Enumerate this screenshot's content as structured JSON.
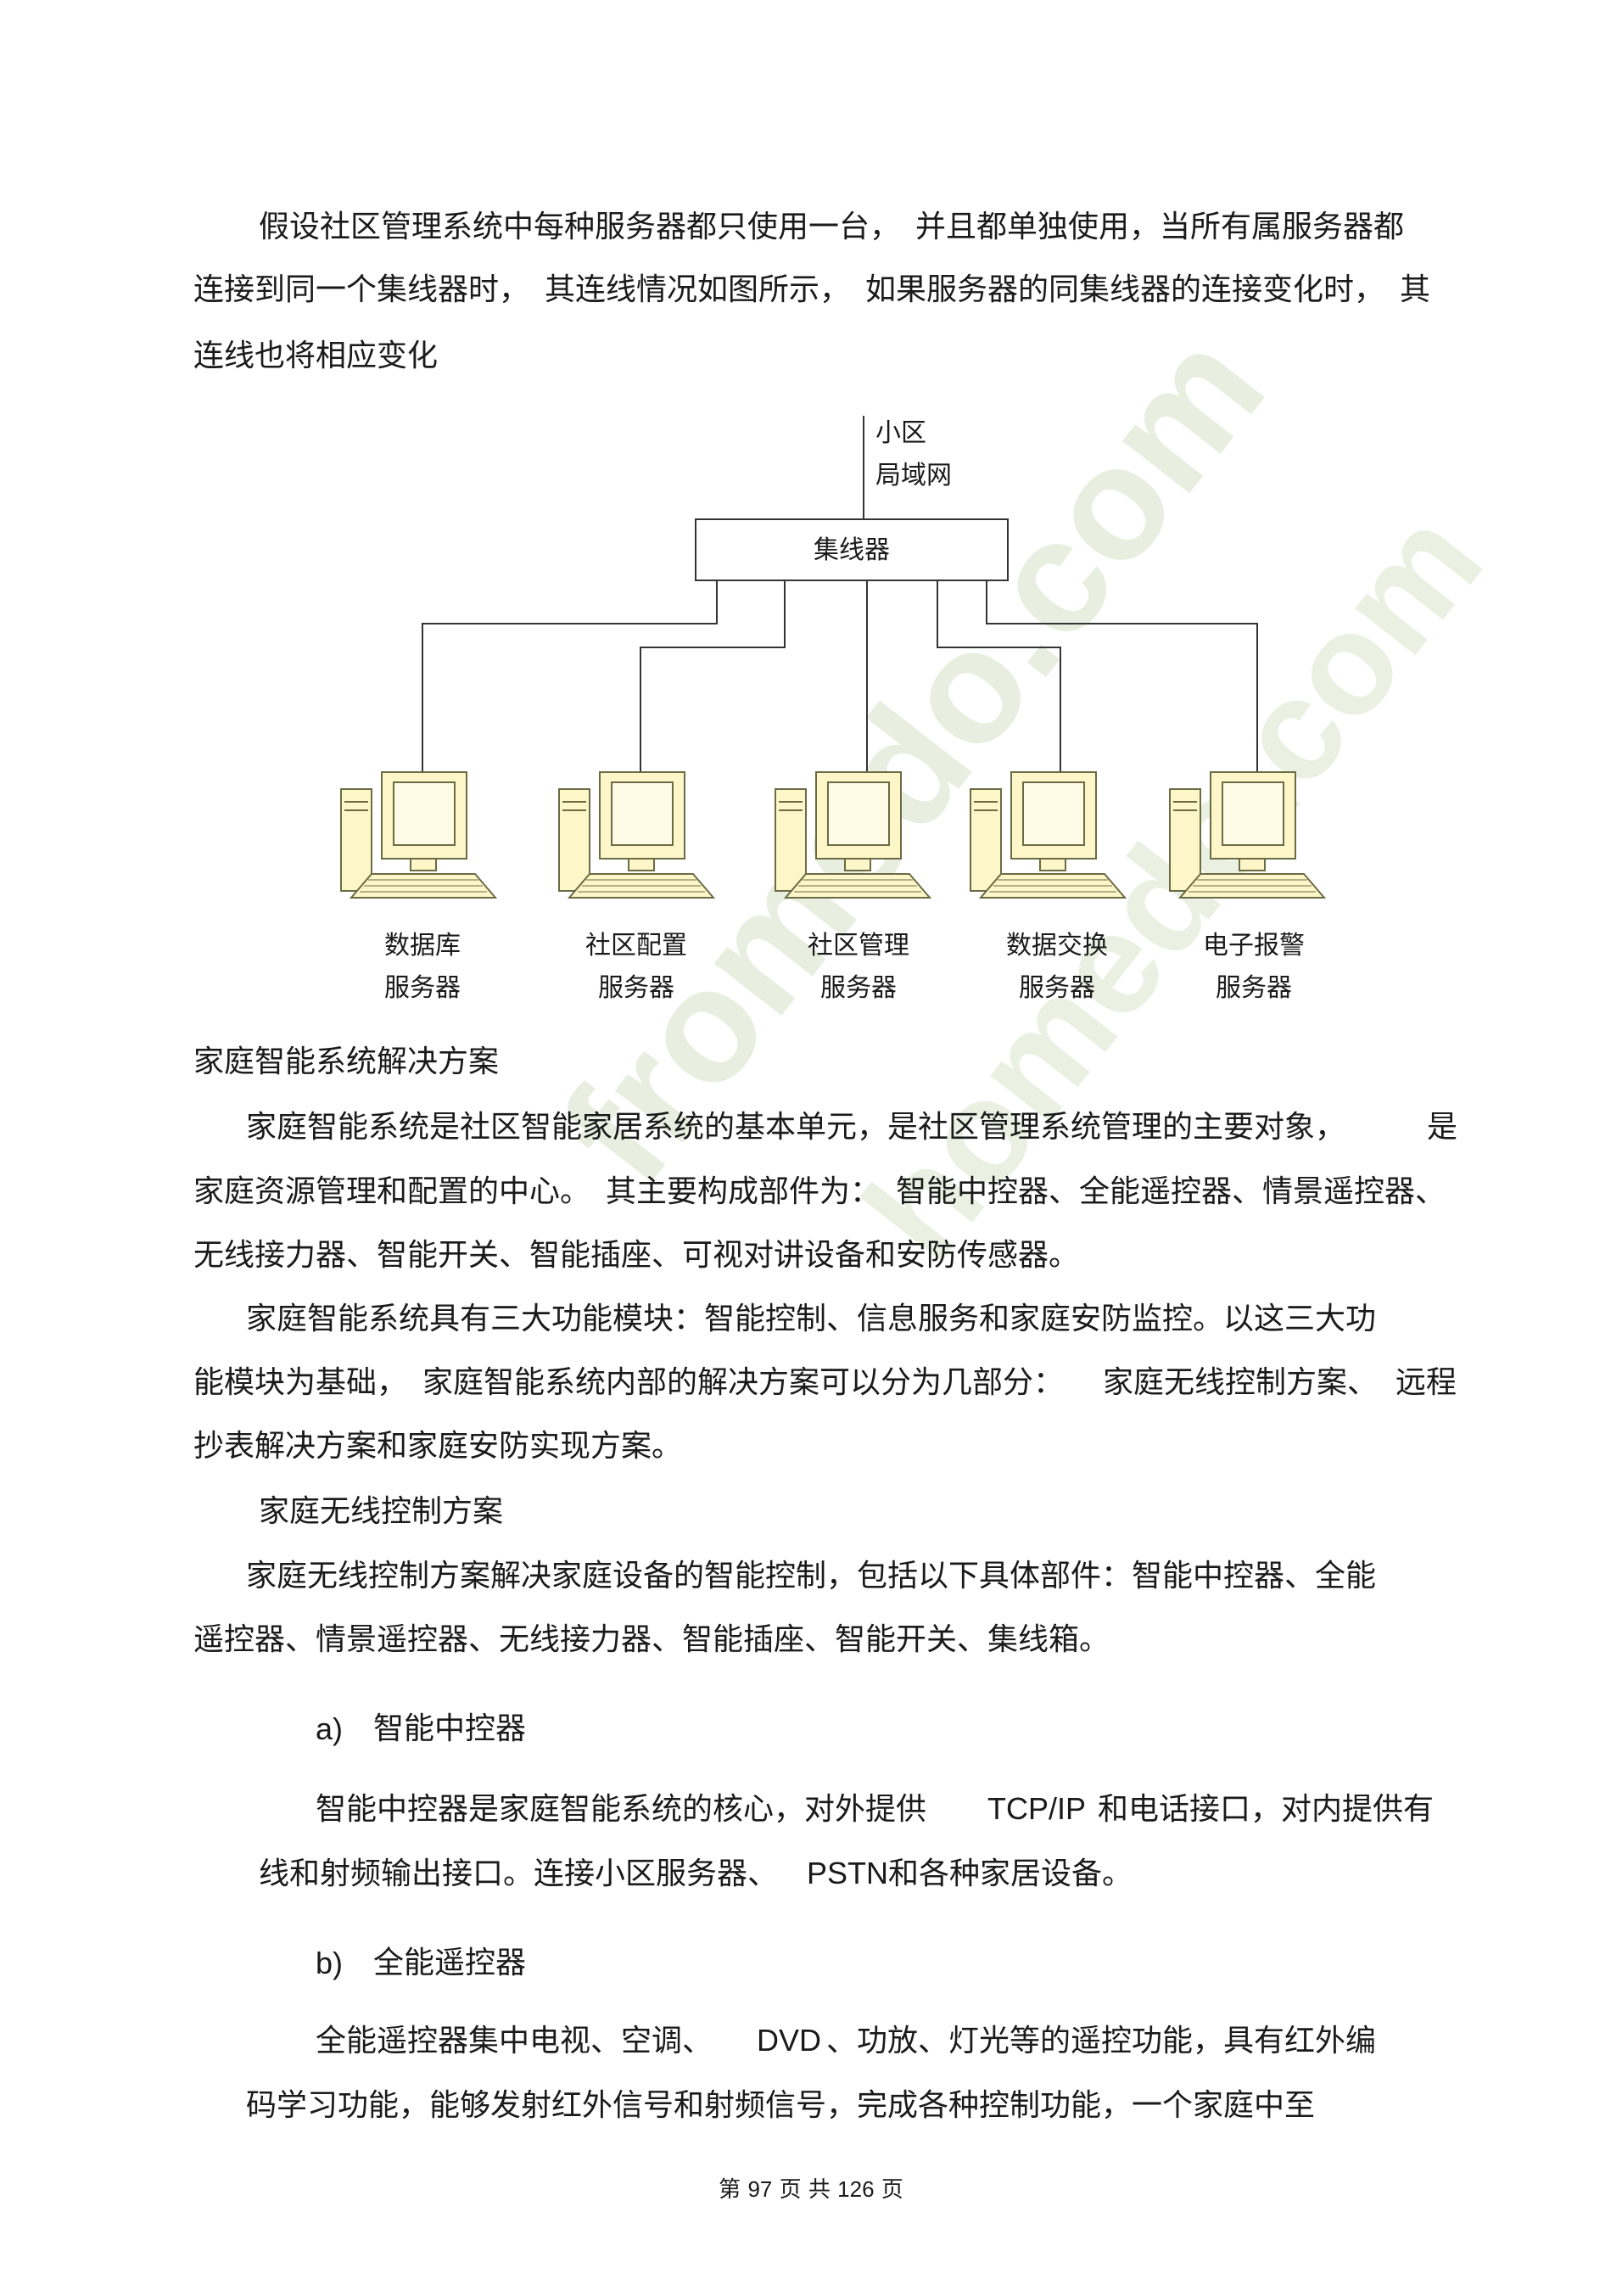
{
  "intro": {
    "line1": "假设社区管理系统中每种服务器都只使用一台，　并且都单独使用，当所有属服务器都",
    "line2": "连接到同一个集线器时，　其连线情况如图所示，　如果服务器的同集线器的连接变化时，　其",
    "line3": "连线也将相应变化"
  },
  "diagram": {
    "lan_label_1": "小区",
    "lan_label_2": "局域网",
    "hub_label": "集线器",
    "servers": [
      {
        "l1": "数据库",
        "l2": "服务器"
      },
      {
        "l1": "社区配置",
        "l2": "服务器"
      },
      {
        "l1": "社区管理",
        "l2": "服务器"
      },
      {
        "l1": "数据交换",
        "l2": "服务器"
      },
      {
        "l1": "电子报警",
        "l2": "服务器"
      }
    ]
  },
  "section1": {
    "heading": "家庭智能系统解决方案",
    "p1_l1": "家庭智能系统是社区智能家居系统的基本单元，是社区管理系统管理的主要对象，",
    "p1_l1_tail": "是",
    "p1_l2": "家庭资源管理和配置的中心。　其主要构成部件为：　智能中控器、全能遥控器、情景遥控器、",
    "p1_l3": "无线接力器、智能开关、智能插座、可视对讲设备和安防传感器。",
    "p2_l1": "家庭智能系统具有三大功能模块：智能控制、信息服务和家庭安防监控。以这三大功",
    "p2_l2": "能模块为基础，　家庭智能系统内部的解决方案可以分为几部分：",
    "p2_l2_mid": "家庭无线控制方案、",
    "p2_l2_tail": "远程",
    "p2_l3": "抄表解决方案和家庭安防实现方案。"
  },
  "section2": {
    "heading": "家庭无线控制方案",
    "p1_l1": "家庭无线控制方案解决家庭设备的智能控制，包括以下具体部件：智能中控器、全能",
    "p1_l2": "遥控器、情景遥控器、无线接力器、智能插座、智能开关、集线箱。"
  },
  "item_a": {
    "marker": "a)",
    "title": "智能中控器",
    "l1_pre": "智能中控器是家庭智能系统的核心，对外提供",
    "l1_latin": "TCP/IP",
    "l1_post": "和电话接口，对内提供有",
    "l2_pre": "线和射频输出接口。连接小区服务器、",
    "l2_latin": "PSTN",
    "l2_post": "和各种家居设备。"
  },
  "item_b": {
    "marker": "b)",
    "title": "全能遥控器",
    "l1_pre": "全能遥控器集中电视、空调、",
    "l1_latin": "DVD",
    "l1_post": "、功放、灯光等的遥控功能，具有红外编",
    "l2": "码学习功能，能够发射红外信号和射频信号，完成各种控制功能，一个家庭中至"
  },
  "footer": {
    "prefix": "第",
    "page": "97",
    "mid": "页 共",
    "total": "126",
    "suffix": "页"
  },
  "colors": {
    "computer_fill": "#fdf6c8",
    "computer_stroke": "#6b6b44",
    "line": "#333333",
    "watermark": "#e7eedf"
  }
}
